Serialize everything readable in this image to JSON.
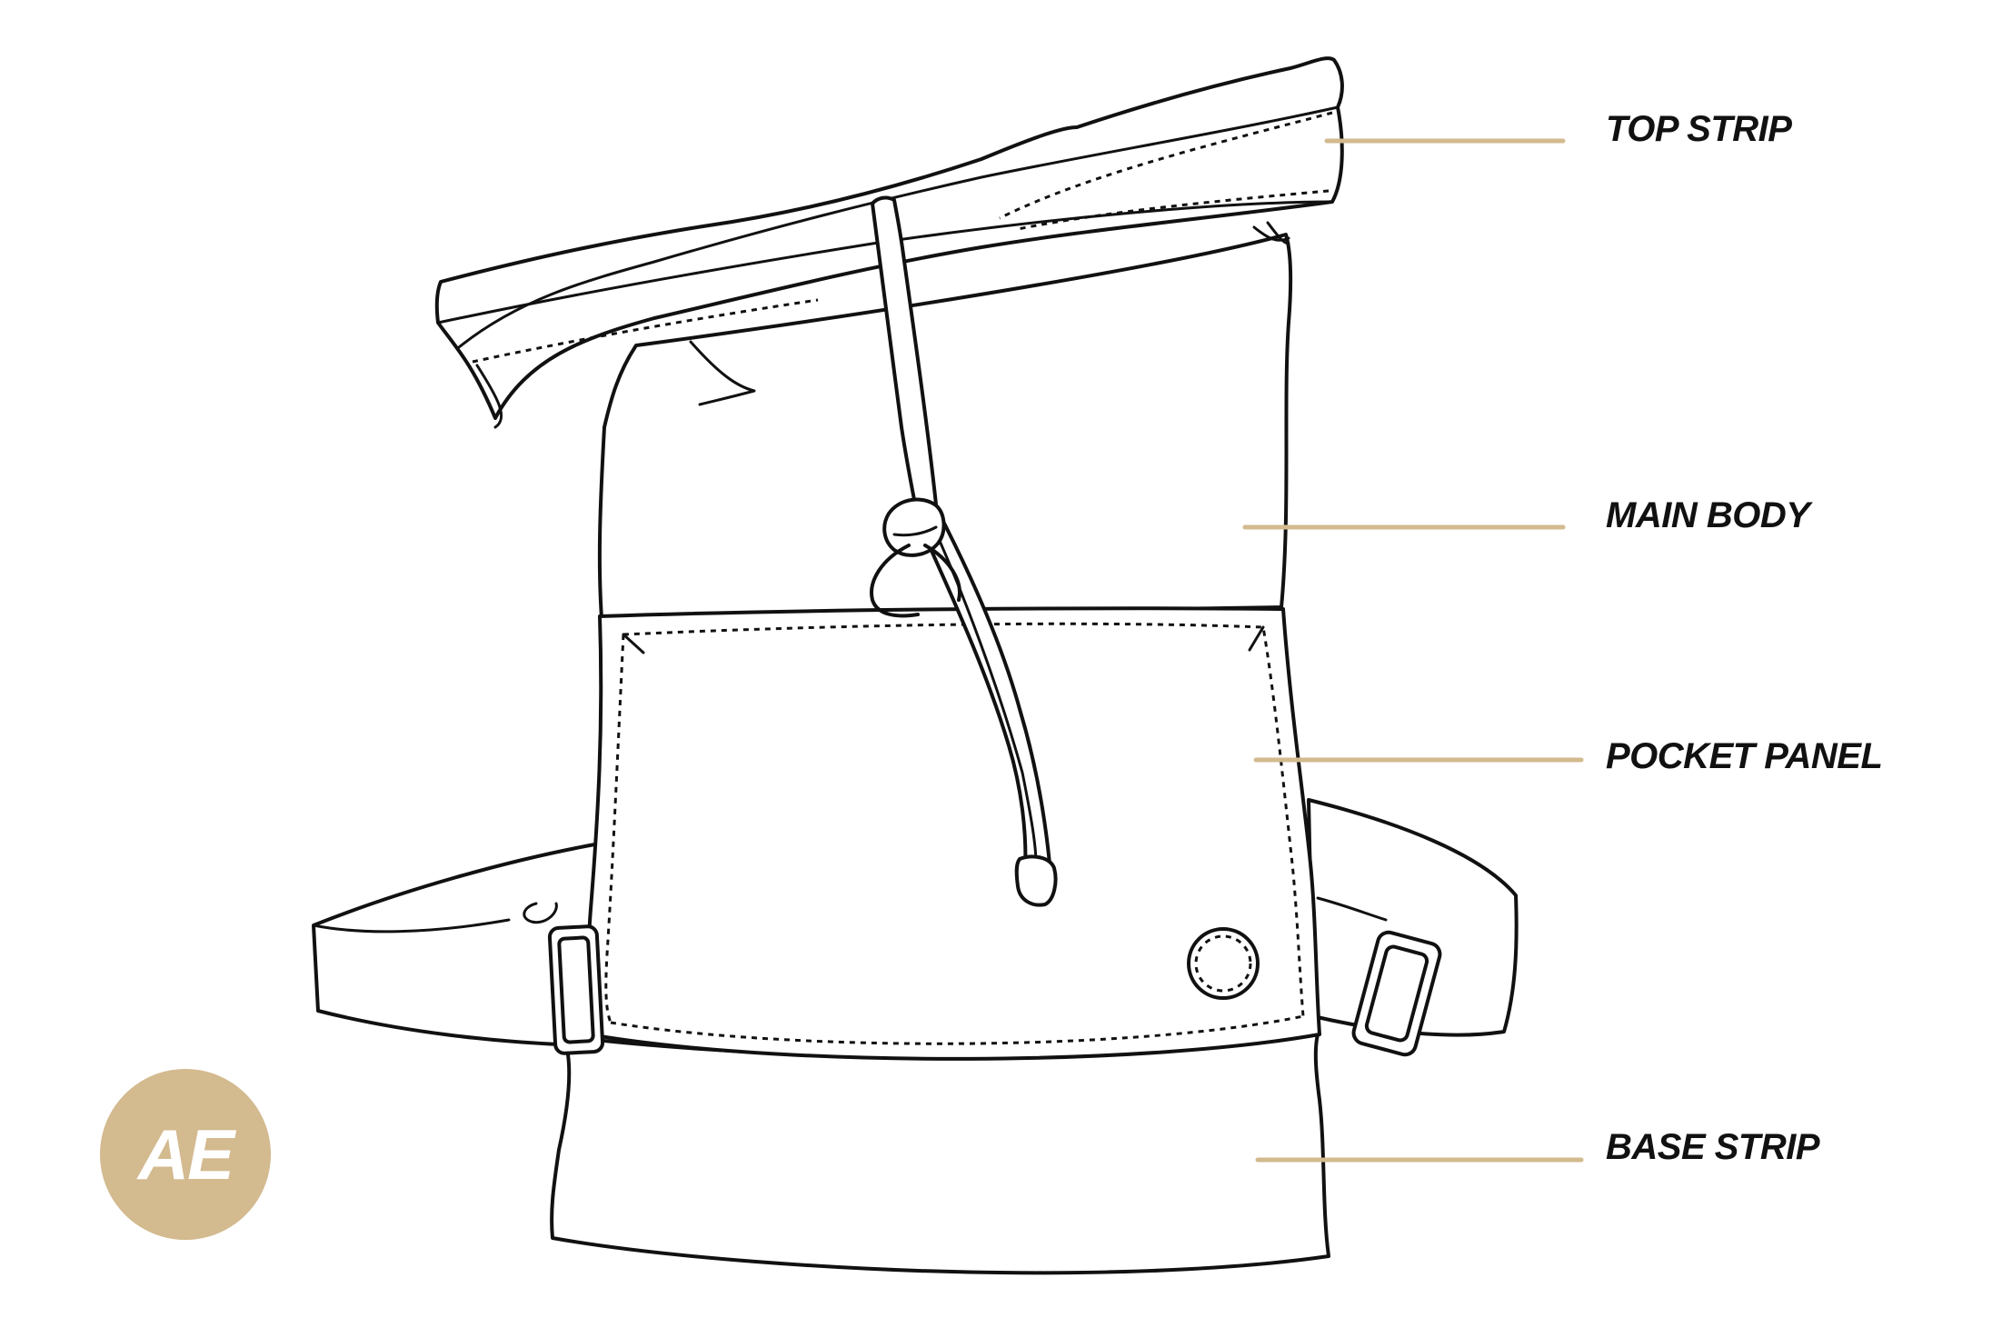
{
  "labels": {
    "top_strip": "TOP STRIP",
    "main_body": "MAIN BODY",
    "pocket_panel": "POCKET PANEL",
    "base_strip": "BASE STRIP"
  },
  "logo": {
    "text": "AE",
    "color": "#d3ba8f"
  },
  "colors": {
    "leader_line": "#d3ba8f",
    "outline": "#111111",
    "background": "#ffffff"
  }
}
